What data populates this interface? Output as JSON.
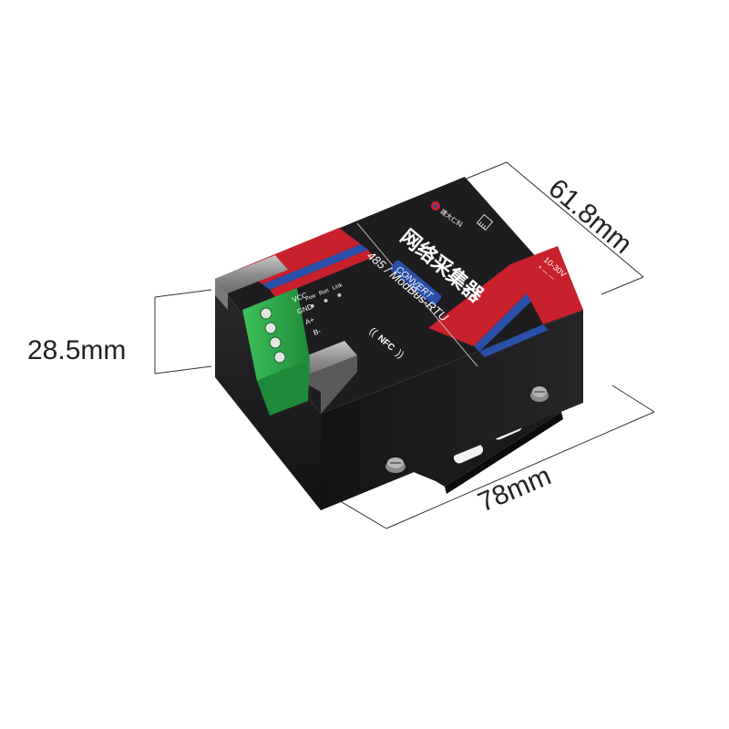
{
  "dimensions": {
    "height": "28.5mm",
    "width": "78mm",
    "depth": "61.8mm"
  },
  "device": {
    "title": "网络采集器",
    "badge": "CONVERT",
    "subtitle": "485 / ModBus-RTU",
    "nfc": "NFC",
    "brand": "建大仁科",
    "power": "10-30V",
    "power_symbol": "+ — —",
    "led_labels": [
      "Pow",
      "Run",
      "Link"
    ],
    "terminal_labels": [
      "VCC",
      "GND",
      "A+",
      "B-"
    ]
  },
  "colors": {
    "body": "#1b1b1d",
    "red": "#c8202c",
    "blue": "#2a4fa8",
    "terminal": "#2fa84a",
    "metal": "#9a9a9a"
  }
}
